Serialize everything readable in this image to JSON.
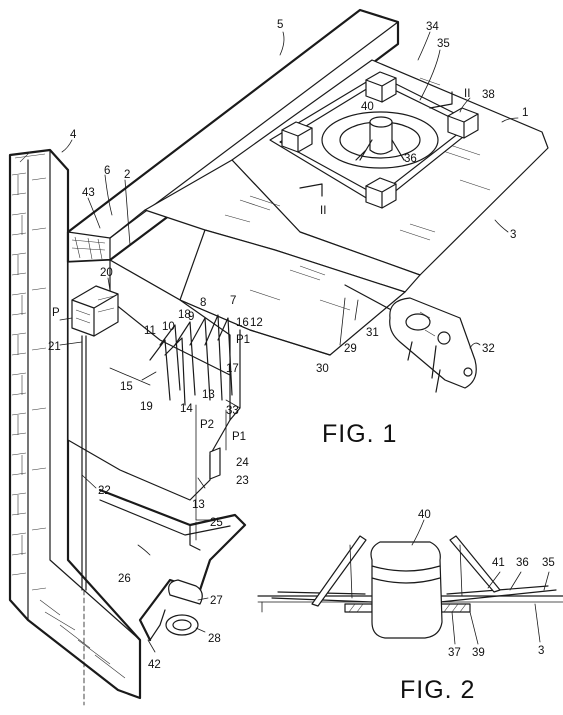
{
  "figure1": {
    "caption": "FIG. 1",
    "labels": [
      "1",
      "2",
      "3",
      "4",
      "5",
      "6",
      "7",
      "8",
      "9",
      "10",
      "11",
      "12",
      "13",
      "14",
      "15",
      "16",
      "17",
      "18",
      "19",
      "20",
      "21",
      "22",
      "23",
      "24",
      "25",
      "26",
      "27",
      "28",
      "29",
      "30",
      "31",
      "32",
      "33",
      "34",
      "35",
      "36",
      "38",
      "40",
      "42",
      "43",
      "P",
      "P1",
      "P2",
      "II"
    ]
  },
  "figure2": {
    "caption": "FIG. 2",
    "labels": [
      "40",
      "41",
      "36",
      "35",
      "37",
      "39",
      "3"
    ]
  }
}
